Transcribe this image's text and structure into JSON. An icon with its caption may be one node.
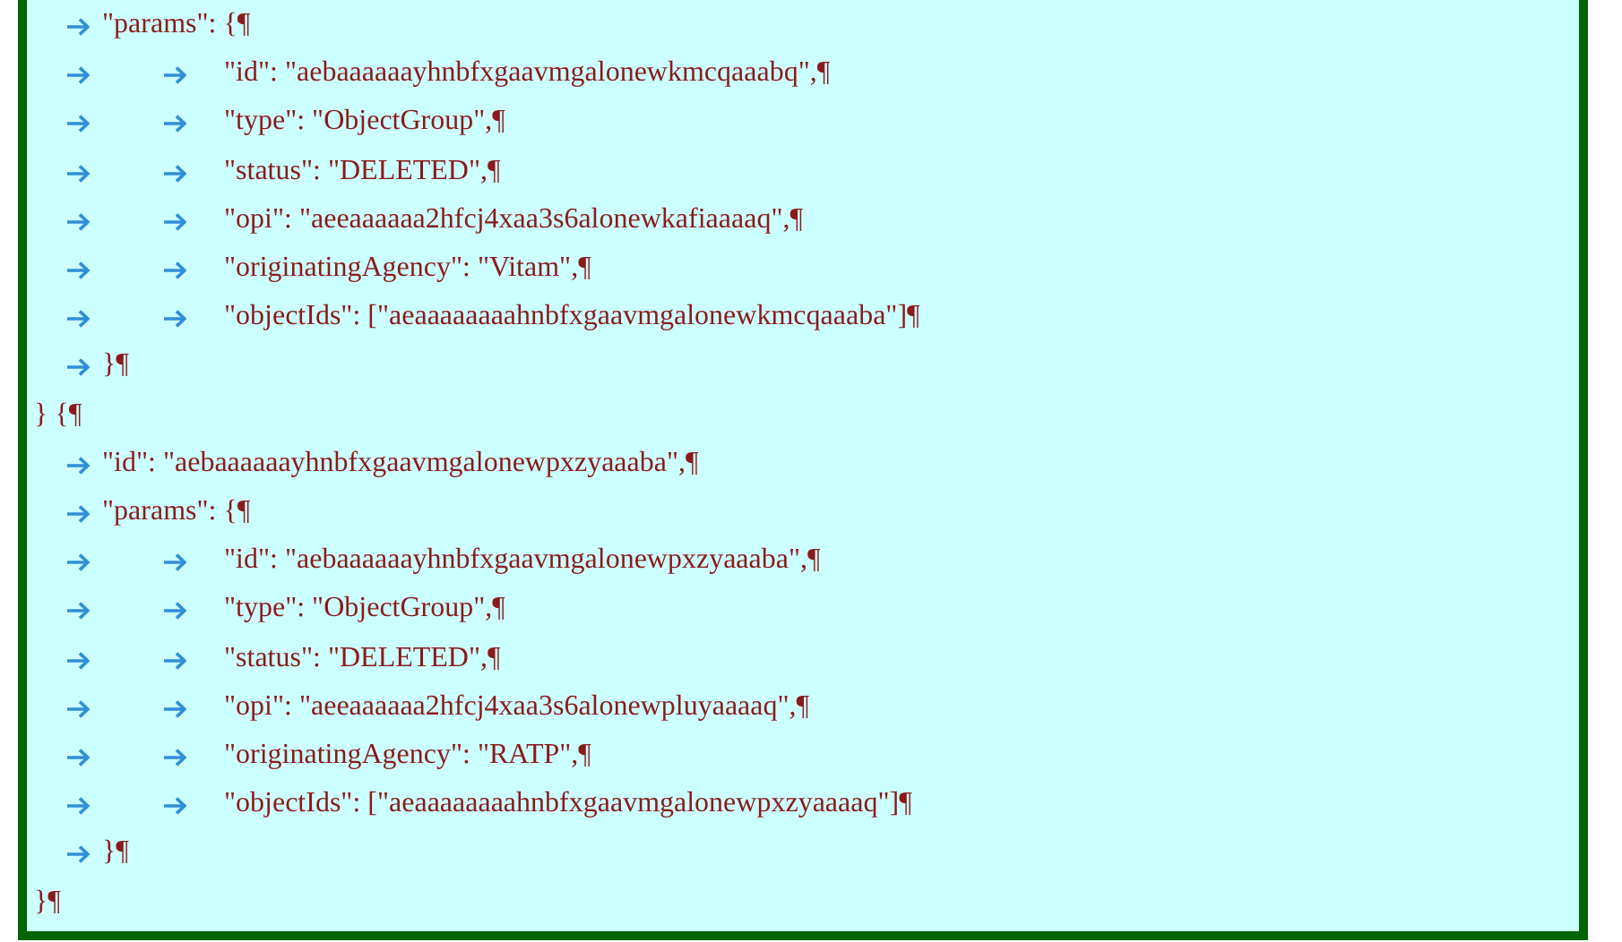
{
  "diagram": {
    "labels": [
      "\"params\": {¶",
      "\"id\": \"aebaaaaaayhnbfxgaavmgalonewkmcqaaabq\",¶",
      "\"type\": \"ObjectGroup\",¶",
      "\"status\": \"DELETED\",¶",
      "\"opi\": \"aeeaaaaaa2hfcj4xaa3s6alonewkafiaaaaq\",¶",
      "\"originatingAgency\": \"Vitam\",¶",
      "\"objectIds\": [\"aeaaaaaaaahnbfxgaavmgalonewkmcqaaaba\"]¶",
      "}¶",
      "} {¶",
      "\"id\": \"aebaaaaaayhnbfxgaavmgalonewpxzyaaaba\",¶",
      "\"params\": {¶",
      "\"id\": \"aebaaaaaayhnbfxgaavmgalonewpxzyaaaba\",¶",
      "\"type\": \"ObjectGroup\",¶",
      "\"status\": \"DELETED\",¶",
      "\"opi\": \"aeeaaaaaa2hfcj4xaa3s6alonewpluyaaaaq\",¶",
      "\"originatingAgency\": \"RATP\",¶",
      "\"objectIds\": [\"aeaaaaaaaahnbfxgaavmgalonewpxzyaaaaq\"]¶",
      "}¶",
      "}¶"
    ]
  }
}
